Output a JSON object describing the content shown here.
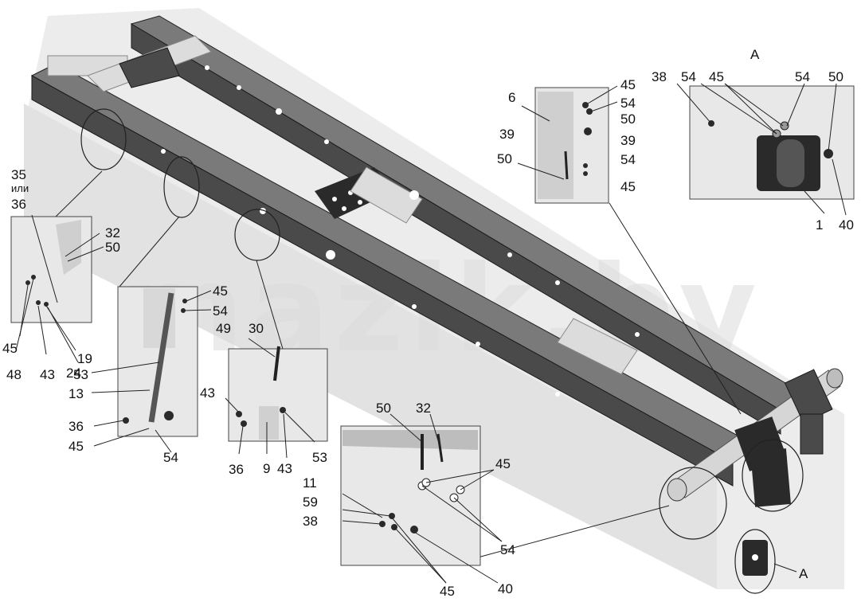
{
  "watermark": "mazik.by",
  "view_label_top": "A",
  "view_label_bottom": "A",
  "labels": {
    "l35": "35",
    "l_ili": "или",
    "l36a": "36",
    "l32a": "32",
    "l50a": "50",
    "l45a": "45",
    "l48": "48",
    "l43a": "43",
    "l19": "19",
    "l53a": "53",
    "l45b": "45",
    "l54a": "54",
    "l24": "24",
    "l13": "13",
    "l36b": "36",
    "l45c": "45",
    "l54b": "54",
    "l49": "49",
    "l30": "30",
    "l43b": "43",
    "l36c": "36",
    "l9": "9",
    "l43c": "43",
    "l53b": "53",
    "l6": "6",
    "l39a": "39",
    "l50b": "50",
    "l45d": "45",
    "l54c": "54",
    "l50c": "50",
    "l39b": "39",
    "l54d": "54",
    "l45e": "45",
    "l38a": "38",
    "l54e": "54",
    "l45f": "45",
    "l54f": "54",
    "l50d": "50",
    "l1": "1",
    "l40a": "40",
    "l50e": "50",
    "l32b": "32",
    "l45g": "45",
    "l11": "11",
    "l59": "59",
    "l38b": "38",
    "l54g": "54",
    "l45h": "45",
    "l40b": "40"
  }
}
